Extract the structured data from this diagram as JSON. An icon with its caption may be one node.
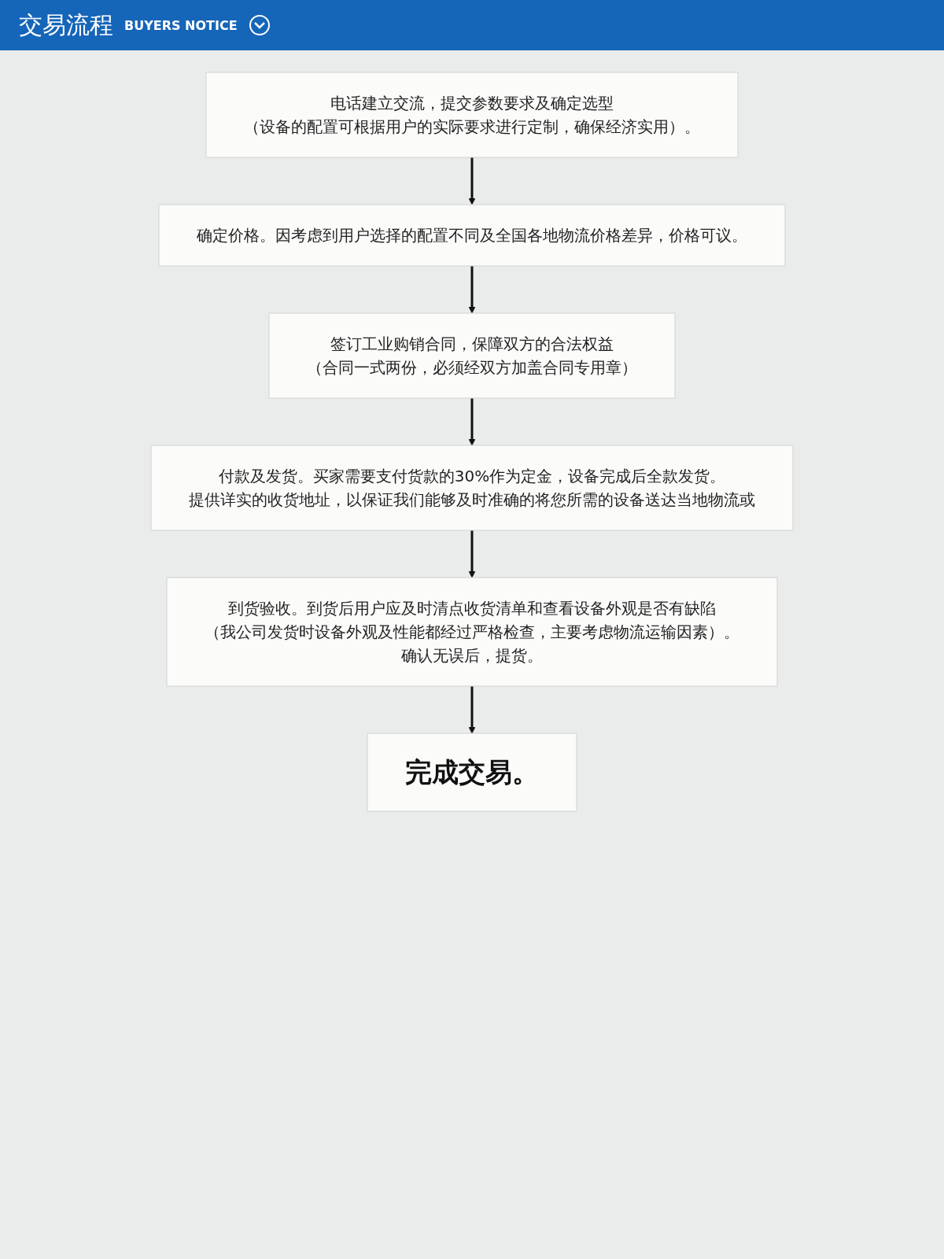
{
  "diagram": {
    "title": "交易流程",
    "nodes": [
      {
        "text": [
          "电话建立交流，提交参数要求及确定选型",
          "（设备的配置可根据用户的实际要求进行定制，确保经济实用）。"
        ]
      },
      {
        "text": [
          "确定价格。因考虑到用户选择的配置不同及全国各地物流价格差异，价格可议。"
        ]
      },
      {
        "text": [
          "签订工业购销合同，保障双方的合法权益",
          "（合同一式两份，必须经双方加盖合同专用章）"
        ]
      },
      {
        "text": [
          "付款及发货。买家需要支付货款的30%作为定金，设备完成后全款发货。",
          "提供详实的收货地址，以保证我们能够及时准确的将您所需的设备送达当地物流或"
        ]
      },
      {
        "text": [
          "到货验收。到货后用户应及时清点收货清单和查看设备外观是否有缺陷",
          "（我公司发货时设备外观及性能都经过严格检查，主要考虑物流运输因素）。",
          "确认无误后，提货。"
        ]
      },
      {
        "text": [
          "完成交易。"
        ]
      }
    ],
    "edges": [
      {
        "from": 0,
        "to": 1,
        "arrow": "to"
      },
      {
        "from": 1,
        "to": 2,
        "arrow": "to"
      },
      {
        "from": 2,
        "to": 3,
        "arrow": "to"
      },
      {
        "from": 3,
        "to": 4,
        "arrow": "to"
      },
      {
        "from": 4,
        "to": 5,
        "arrow": "to"
      }
    ],
    "labels": [
      "BUYERS NOTICE"
    ]
  }
}
